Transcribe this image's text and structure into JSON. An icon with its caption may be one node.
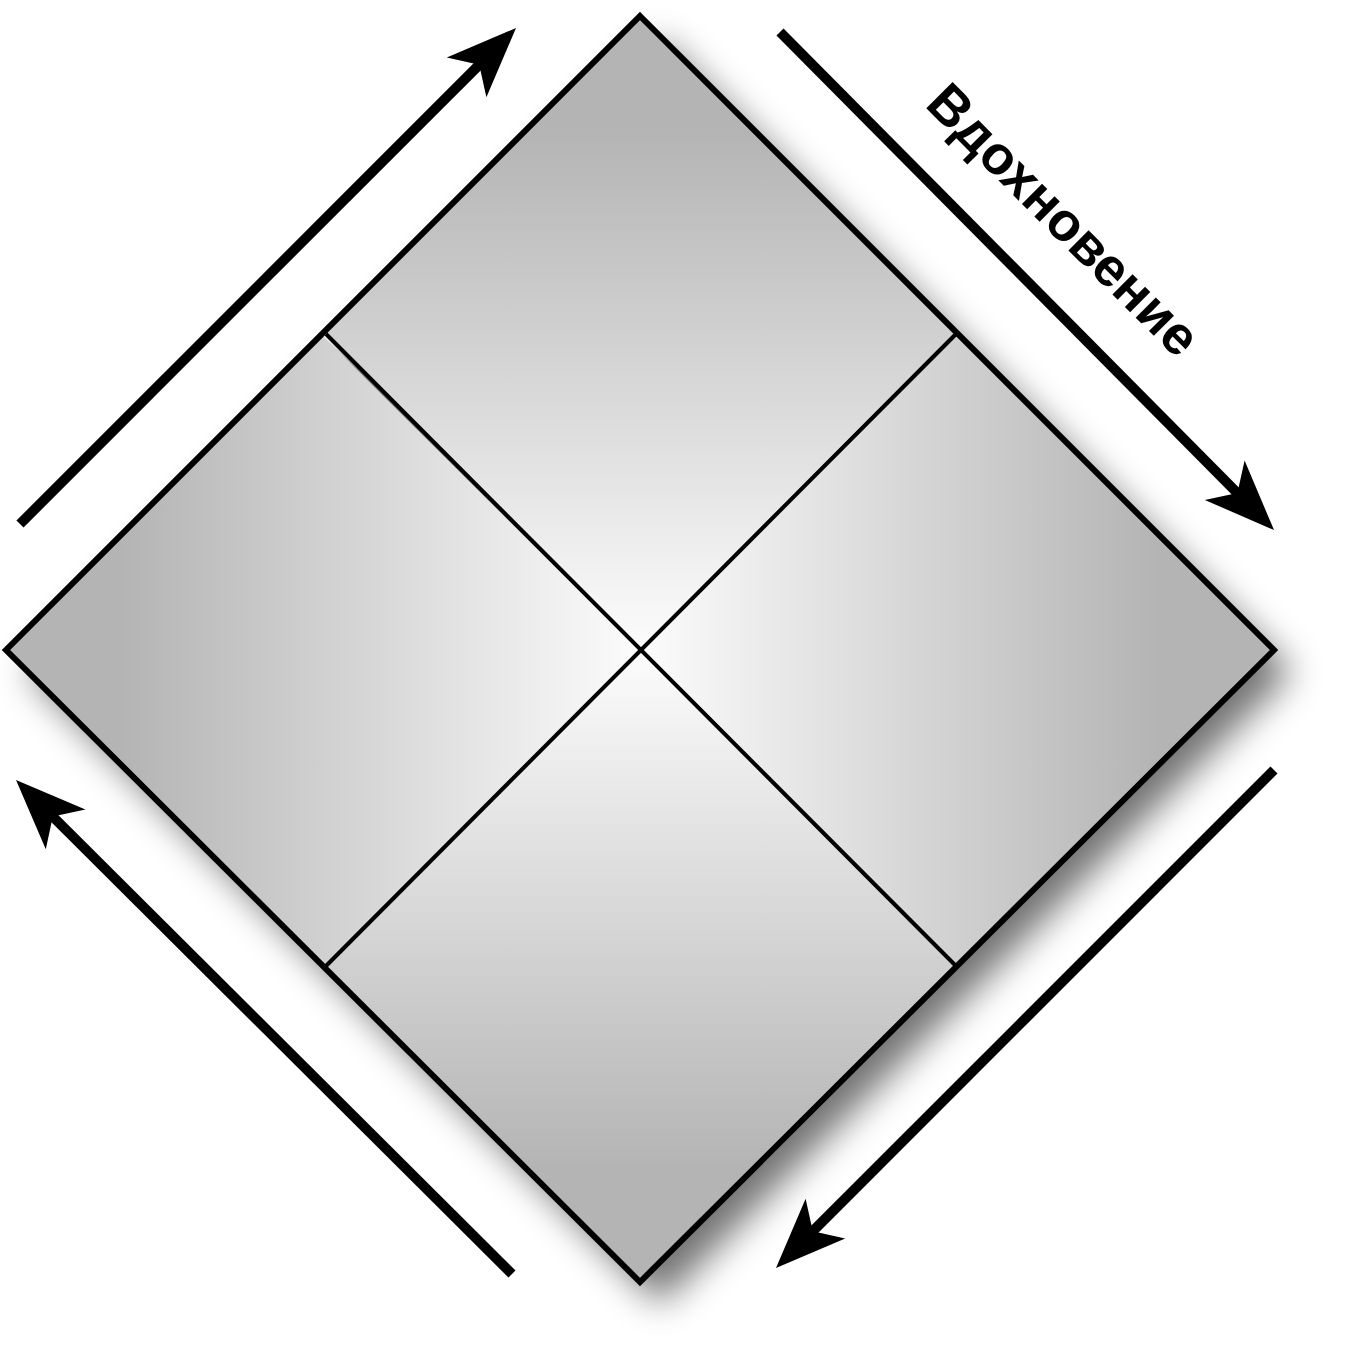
{
  "diagram": {
    "nodes": [
      {
        "text": [],
        "shape": "diamond"
      },
      {
        "text": [],
        "shape": "diamond"
      },
      {
        "text": [],
        "shape": "diamond"
      },
      {
        "text": [],
        "shape": "diamond"
      }
    ],
    "labels": [
      "Вдохновение"
    ]
  }
}
